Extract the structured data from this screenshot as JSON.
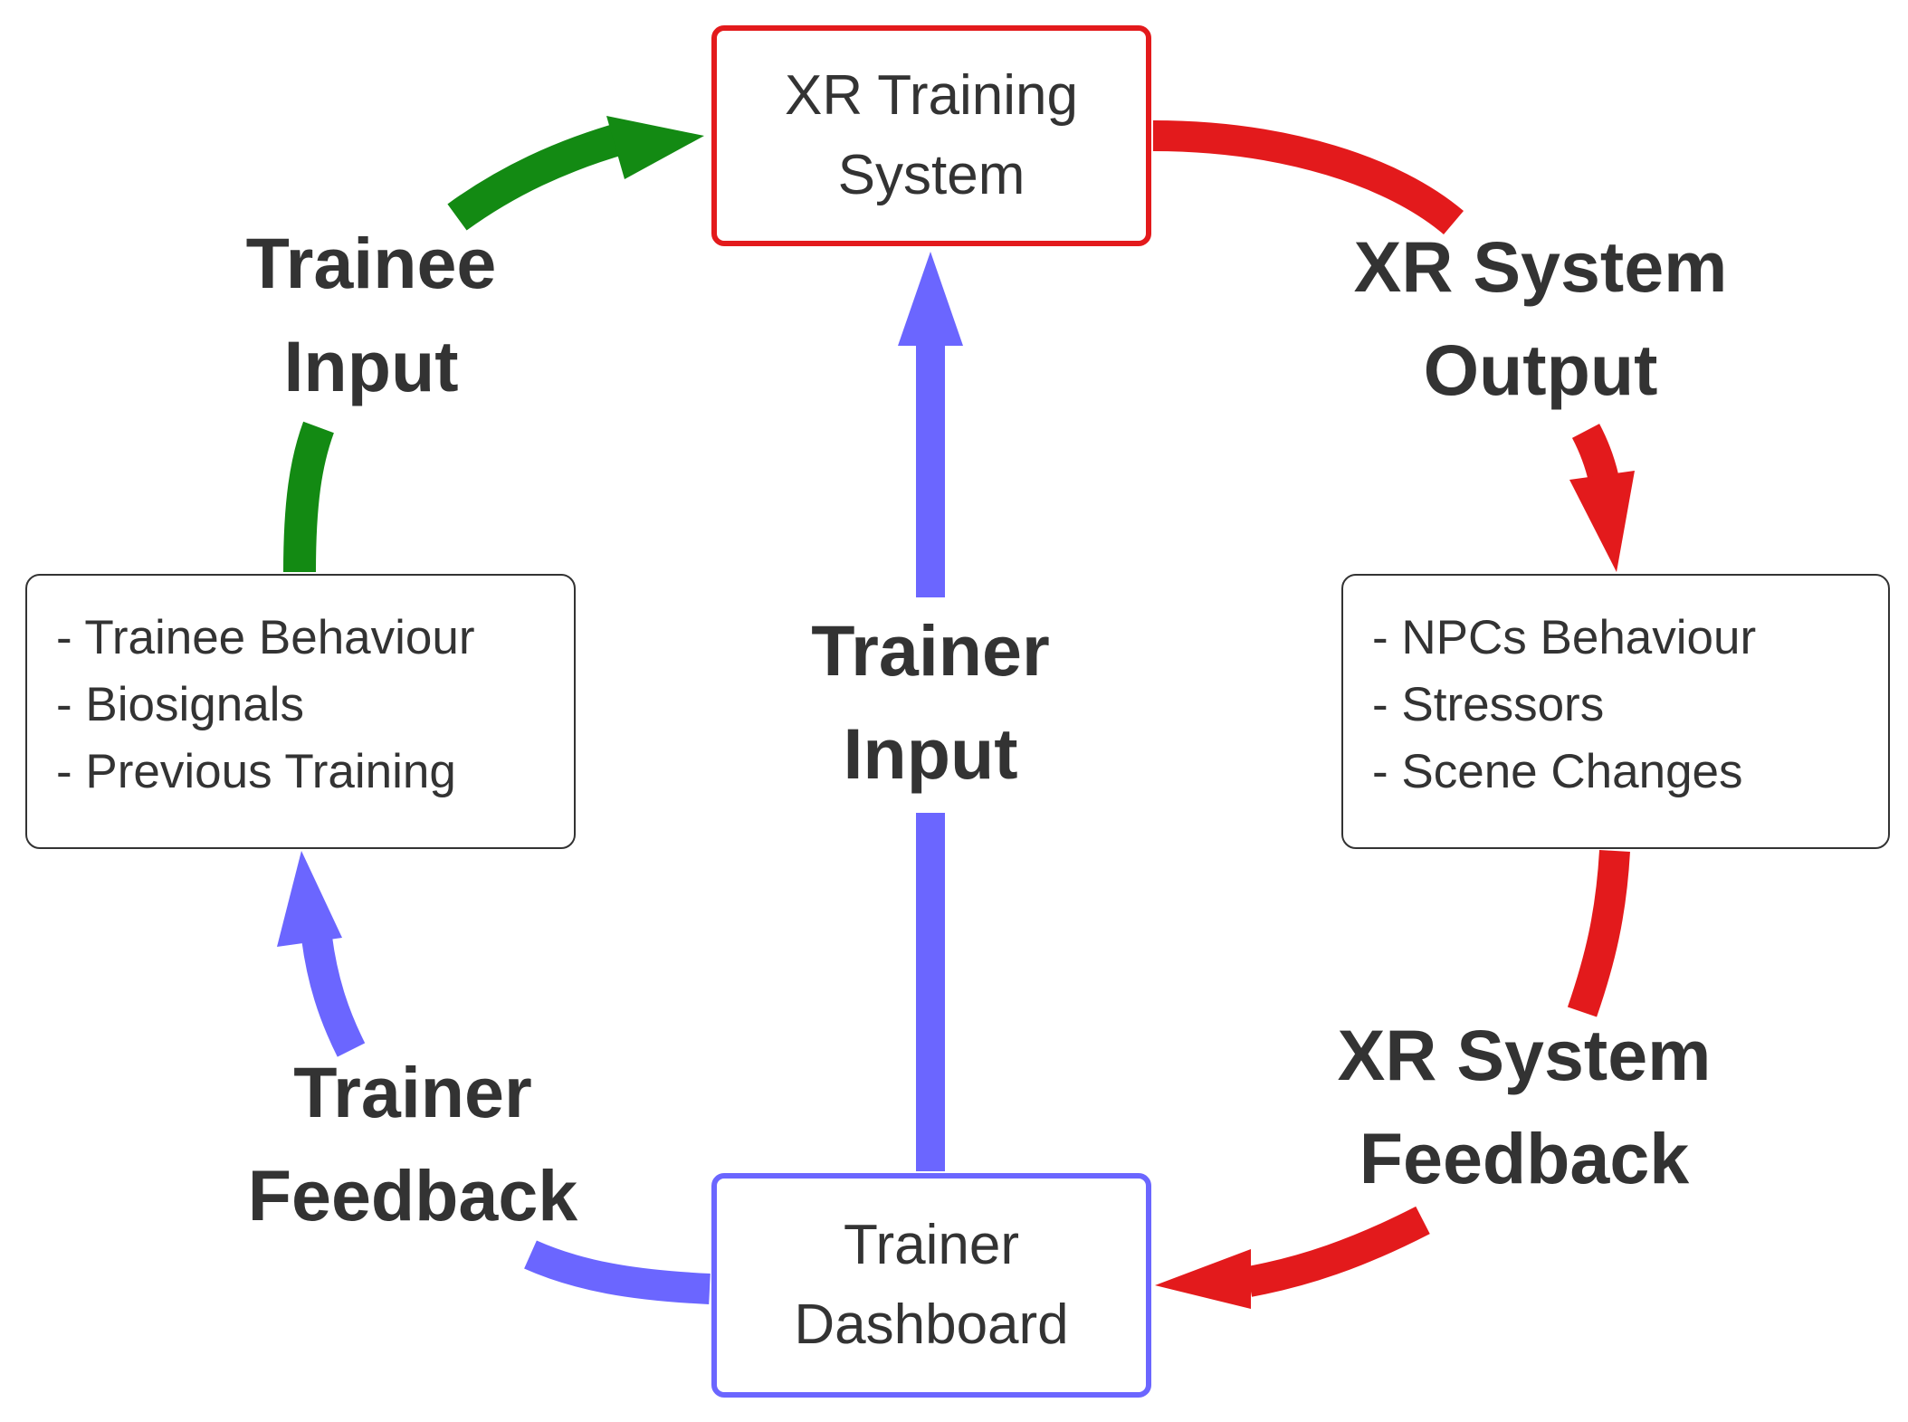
{
  "colors": {
    "green": "#138a13",
    "red": "#e31a1c",
    "blue": "#6b66ff",
    "text": "#333333",
    "box_border": "#333333"
  },
  "nodes": {
    "xr_training_system": {
      "lines": [
        "XR Training",
        "System"
      ]
    },
    "trainer_dashboard": {
      "lines": [
        "Trainer",
        "Dashboard"
      ]
    },
    "trainee_data": {
      "items": [
        "- Trainee Behaviour",
        "- Biosignals",
        "- Previous Training"
      ]
    },
    "xr_output_data": {
      "items": [
        "- NPCs Behaviour",
        "- Stressors",
        "- Scene Changes"
      ]
    }
  },
  "edges": {
    "trainee_input": {
      "lines": [
        "Trainee",
        "Input"
      ]
    },
    "trainer_input": {
      "lines": [
        "Trainer",
        "Input"
      ]
    },
    "xr_system_output": {
      "lines": [
        "XR System",
        "Output"
      ]
    },
    "xr_system_feedback": {
      "lines": [
        "XR System",
        "Feedback"
      ]
    },
    "trainer_feedback": {
      "lines": [
        "Trainer",
        "Feedback"
      ]
    }
  }
}
